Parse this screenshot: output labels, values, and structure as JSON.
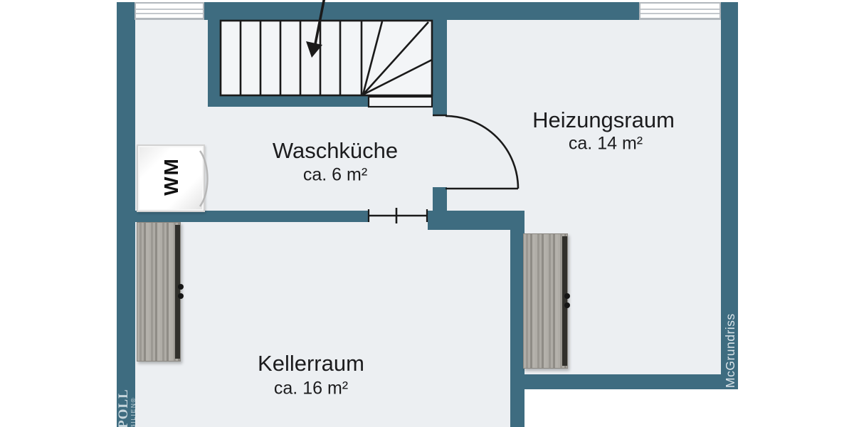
{
  "colors": {
    "wall": "#3e6c80",
    "floor": "#eceff2",
    "stairfill": "#f3f5f7",
    "line": "#1a1a1a",
    "label": "#1c1c1e",
    "watermark": "#d9e3e8",
    "logo": "#c6d5dc",
    "wooddark": "#31302c"
  },
  "rooms": [
    {
      "name": "Waschküche",
      "area": "ca. 6 m²"
    },
    {
      "name": "Heizungsraum",
      "area": "ca. 14 m²"
    },
    {
      "name": "Kellerraum",
      "area": "ca. 16 m²"
    }
  ],
  "appliances": [
    {
      "label": "WM"
    }
  ],
  "branding": {
    "logo_line1": "POLL",
    "logo_line2": "BILIEN®",
    "watermark": "McGrundriss"
  }
}
